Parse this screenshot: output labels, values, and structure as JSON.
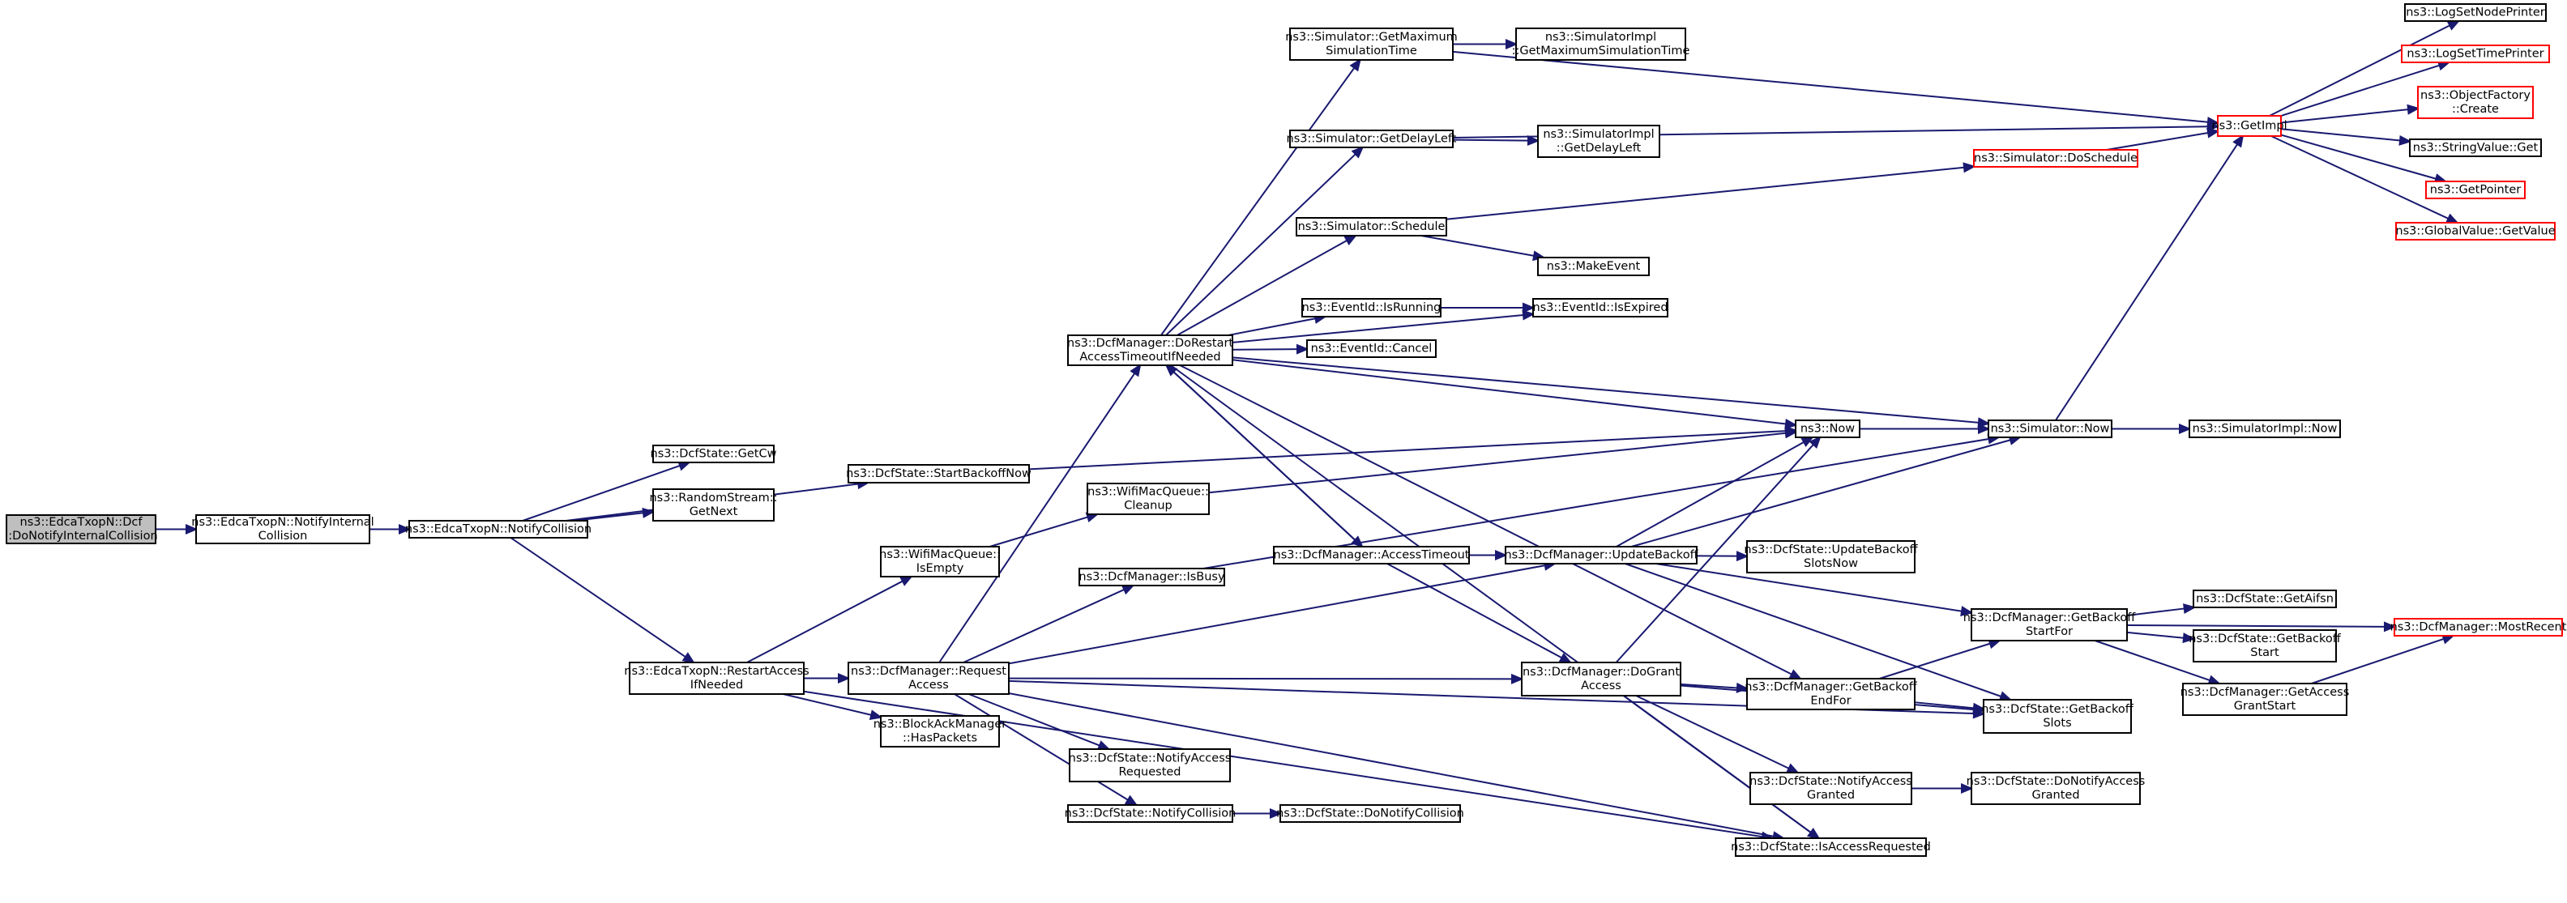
{
  "colors": {
    "edge": "#191970",
    "node_border": "#000000",
    "node_border_truncated": "#ff0000",
    "root_fill": "#bfbfbf",
    "node_fill": "#ffffff"
  },
  "nodes": [
    {
      "id": "root",
      "lines": [
        "ns3::EdcaTxopN::Dcf",
        "::DoNotifyInternalCollision"
      ],
      "root": true
    },
    {
      "id": "notifyInternal",
      "lines": [
        "ns3::EdcaTxopN::NotifyInternal",
        "Collision"
      ]
    },
    {
      "id": "notifyCollision",
      "lines": [
        "ns3::EdcaTxopN::NotifyCollision"
      ]
    },
    {
      "id": "getCw",
      "lines": [
        "ns3::DcfState::GetCw"
      ]
    },
    {
      "id": "randomGetNext",
      "lines": [
        "ns3::RandomStream::",
        "GetNext"
      ]
    },
    {
      "id": "startBackoffNow",
      "lines": [
        "ns3::DcfState::StartBackoffNow"
      ]
    },
    {
      "id": "restartAccess",
      "lines": [
        "ns3::EdcaTxopN::RestartAccess",
        "IfNeeded"
      ]
    },
    {
      "id": "wmqIsEmpty",
      "lines": [
        "ns3::WifiMacQueue::",
        "IsEmpty"
      ]
    },
    {
      "id": "wmqCleanup",
      "lines": [
        "ns3::WifiMacQueue::",
        "Cleanup"
      ]
    },
    {
      "id": "requestAccess",
      "lines": [
        "ns3::DcfManager::Request",
        "Access"
      ]
    },
    {
      "id": "hasPackets",
      "lines": [
        "ns3::BlockAckManager",
        "::HasPackets"
      ]
    },
    {
      "id": "isBusy",
      "lines": [
        "ns3::DcfManager::IsBusy"
      ]
    },
    {
      "id": "doRestart",
      "lines": [
        "ns3::DcfManager::DoRestart",
        "AccessTimeoutIfNeeded"
      ]
    },
    {
      "id": "notifyAccessRequested",
      "lines": [
        "ns3::DcfState::NotifyAccess",
        "Requested"
      ]
    },
    {
      "id": "dsNotifyCollision",
      "lines": [
        "ns3::DcfState::NotifyCollision"
      ]
    },
    {
      "id": "doNotifyCollision",
      "lines": [
        "ns3::DcfState::DoNotifyCollision"
      ]
    },
    {
      "id": "getMaxSimTime",
      "lines": [
        "ns3::Simulator::GetMaximum",
        "SimulationTime"
      ]
    },
    {
      "id": "implGetMaxSimTime",
      "lines": [
        "ns3::SimulatorImpl",
        "::GetMaximumSimulationTime"
      ]
    },
    {
      "id": "getDelayLeft",
      "lines": [
        "ns3::Simulator::GetDelayLeft"
      ]
    },
    {
      "id": "implGetDelayLeft",
      "lines": [
        "ns3::SimulatorImpl",
        "::GetDelayLeft"
      ]
    },
    {
      "id": "schedule",
      "lines": [
        "ns3::Simulator::Schedule"
      ]
    },
    {
      "id": "makeEvent",
      "lines": [
        "ns3::MakeEvent"
      ]
    },
    {
      "id": "isRunning",
      "lines": [
        "ns3::EventId::IsRunning"
      ]
    },
    {
      "id": "isExpired",
      "lines": [
        "ns3::EventId::IsExpired"
      ]
    },
    {
      "id": "cancel",
      "lines": [
        "ns3::EventId::Cancel"
      ]
    },
    {
      "id": "accessTimeout",
      "lines": [
        "ns3::DcfManager::AccessTimeout"
      ]
    },
    {
      "id": "updateBackoff",
      "lines": [
        "ns3::DcfManager::UpdateBackoff"
      ]
    },
    {
      "id": "doGrantAccess",
      "lines": [
        "ns3::DcfManager::DoGrant",
        "Access"
      ]
    },
    {
      "id": "now",
      "lines": [
        "ns3::Now"
      ]
    },
    {
      "id": "doSchedule",
      "lines": [
        "ns3::Simulator::DoSchedule"
      ],
      "truncated": true
    },
    {
      "id": "simNow",
      "lines": [
        "ns3::Simulator::Now"
      ]
    },
    {
      "id": "implNow",
      "lines": [
        "ns3::SimulatorImpl::Now"
      ]
    },
    {
      "id": "getImpl",
      "lines": [
        "ns3::GetImpl"
      ],
      "truncated": true
    },
    {
      "id": "logSetNodePrinter",
      "lines": [
        "ns3::LogSetNodePrinter"
      ]
    },
    {
      "id": "logSetTimePrinter",
      "lines": [
        "ns3::LogSetTimePrinter"
      ],
      "truncated": true
    },
    {
      "id": "objectFactoryCreate",
      "lines": [
        "ns3::ObjectFactory",
        "::Create"
      ],
      "truncated": true
    },
    {
      "id": "stringValueGet",
      "lines": [
        "ns3::StringValue::Get"
      ]
    },
    {
      "id": "getPointer",
      "lines": [
        "ns3::GetPointer"
      ],
      "truncated": true
    },
    {
      "id": "globalValueGetValue",
      "lines": [
        "ns3::GlobalValue::GetValue"
      ],
      "truncated": true
    },
    {
      "id": "updateBackoffSlotsNow",
      "lines": [
        "ns3::DcfState::UpdateBackoff",
        "SlotsNow"
      ]
    },
    {
      "id": "getBackoffStartFor",
      "lines": [
        "ns3::DcfManager::GetBackoff",
        "StartFor"
      ]
    },
    {
      "id": "getAifsn",
      "lines": [
        "ns3::DcfState::GetAifsn"
      ]
    },
    {
      "id": "dsGetBackoffStart",
      "lines": [
        "ns3::DcfState::GetBackoff",
        "Start"
      ]
    },
    {
      "id": "getAccessGrantStart",
      "lines": [
        "ns3::DcfManager::GetAccess",
        "GrantStart"
      ]
    },
    {
      "id": "mostRecent",
      "lines": [
        "ns3::DcfManager::MostRecent"
      ],
      "truncated": true
    },
    {
      "id": "getBackoffEndFor",
      "lines": [
        "ns3::DcfManager::GetBackoff",
        "EndFor"
      ]
    },
    {
      "id": "getBackoffSlots",
      "lines": [
        "ns3::DcfState::GetBackoff",
        "Slots"
      ]
    },
    {
      "id": "notifyAccessGranted",
      "lines": [
        "ns3::DcfState::NotifyAccess",
        "Granted"
      ]
    },
    {
      "id": "doNotifyAccessGranted",
      "lines": [
        "ns3::DcfState::DoNotifyAccess",
        "Granted"
      ]
    },
    {
      "id": "isAccessRequested",
      "lines": [
        "ns3::DcfState::IsAccessRequested"
      ]
    }
  ],
  "edges": [
    [
      "root",
      "notifyInternal"
    ],
    [
      "notifyInternal",
      "notifyCollision"
    ],
    [
      "notifyCollision",
      "getCw"
    ],
    [
      "notifyCollision",
      "randomGetNext"
    ],
    [
      "notifyCollision",
      "startBackoffNow"
    ],
    [
      "notifyCollision",
      "restartAccess"
    ],
    [
      "startBackoffNow",
      "now"
    ],
    [
      "restartAccess",
      "wmqIsEmpty"
    ],
    [
      "restartAccess",
      "requestAccess"
    ],
    [
      "restartAccess",
      "hasPackets"
    ],
    [
      "restartAccess",
      "isAccessRequested"
    ],
    [
      "wmqIsEmpty",
      "wmqCleanup"
    ],
    [
      "wmqCleanup",
      "now"
    ],
    [
      "requestAccess",
      "isBusy"
    ],
    [
      "requestAccess",
      "doRestart"
    ],
    [
      "requestAccess",
      "updateBackoff"
    ],
    [
      "requestAccess",
      "doGrantAccess"
    ],
    [
      "requestAccess",
      "notifyAccessRequested"
    ],
    [
      "requestAccess",
      "dsNotifyCollision"
    ],
    [
      "requestAccess",
      "isAccessRequested"
    ],
    [
      "requestAccess",
      "getBackoffSlots"
    ],
    [
      "isBusy",
      "simNow"
    ],
    [
      "dsNotifyCollision",
      "doNotifyCollision"
    ],
    [
      "doRestart",
      "getMaxSimTime"
    ],
    [
      "doRestart",
      "getDelayLeft"
    ],
    [
      "doRestart",
      "schedule"
    ],
    [
      "doRestart",
      "isRunning"
    ],
    [
      "doRestart",
      "isExpired"
    ],
    [
      "doRestart",
      "cancel"
    ],
    [
      "doRestart",
      "now"
    ],
    [
      "doRestart",
      "simNow"
    ],
    [
      "doRestart",
      "accessTimeout"
    ],
    [
      "doRestart",
      "getBackoffEndFor"
    ],
    [
      "doRestart",
      "isAccessRequested"
    ],
    [
      "getMaxSimTime",
      "implGetMaxSimTime"
    ],
    [
      "getMaxSimTime",
      "getImpl"
    ],
    [
      "getDelayLeft",
      "implGetDelayLeft"
    ],
    [
      "getDelayLeft",
      "getImpl"
    ],
    [
      "schedule",
      "makeEvent"
    ],
    [
      "schedule",
      "doSchedule"
    ],
    [
      "isRunning",
      "isExpired"
    ],
    [
      "accessTimeout",
      "updateBackoff"
    ],
    [
      "accessTimeout",
      "doRestart"
    ],
    [
      "accessTimeout",
      "doGrantAccess"
    ],
    [
      "updateBackoff",
      "now"
    ],
    [
      "updateBackoff",
      "simNow"
    ],
    [
      "updateBackoff",
      "updateBackoffSlotsNow"
    ],
    [
      "updateBackoff",
      "getBackoffStartFor"
    ],
    [
      "updateBackoff",
      "getBackoffSlots"
    ],
    [
      "doGrantAccess",
      "now"
    ],
    [
      "doGrantAccess",
      "getBackoffEndFor"
    ],
    [
      "doGrantAccess",
      "getBackoffSlots"
    ],
    [
      "doGrantAccess",
      "notifyAccessGranted"
    ],
    [
      "doGrantAccess",
      "isAccessRequested"
    ],
    [
      "now",
      "simNow"
    ],
    [
      "simNow",
      "implNow"
    ],
    [
      "simNow",
      "getImpl"
    ],
    [
      "doSchedule",
      "getImpl"
    ],
    [
      "getImpl",
      "logSetNodePrinter"
    ],
    [
      "getImpl",
      "logSetTimePrinter"
    ],
    [
      "getImpl",
      "objectFactoryCreate"
    ],
    [
      "getImpl",
      "stringValueGet"
    ],
    [
      "getImpl",
      "getPointer"
    ],
    [
      "getImpl",
      "globalValueGetValue"
    ],
    [
      "getBackoffEndFor",
      "getBackoffStartFor"
    ],
    [
      "getBackoffEndFor",
      "getBackoffSlots"
    ],
    [
      "getBackoffStartFor",
      "getAifsn"
    ],
    [
      "getBackoffStartFor",
      "dsGetBackoffStart"
    ],
    [
      "getBackoffStartFor",
      "getAccessGrantStart"
    ],
    [
      "getBackoffStartFor",
      "mostRecent"
    ],
    [
      "getAccessGrantStart",
      "mostRecent"
    ],
    [
      "notifyAccessGranted",
      "doNotifyAccessGranted"
    ]
  ]
}
